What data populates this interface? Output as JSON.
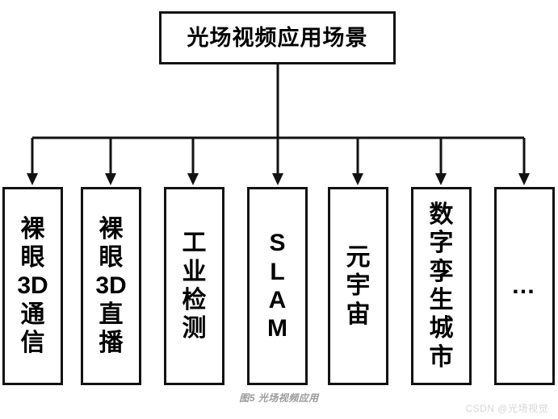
{
  "diagram": {
    "type": "tree",
    "orientation": "top-down",
    "line_color": "#121212",
    "background_color": "#ffffff",
    "root": {
      "label": "光场视频应用场景"
    },
    "leaves": [
      {
        "label": "裸\n眼\n3D\n通\n信",
        "name": "naked-eye-3d-communication"
      },
      {
        "label": "裸\n眼\n3D\n直\n播",
        "name": "naked-eye-3d-livestream"
      },
      {
        "label": "工\n业\n检\n测",
        "name": "industrial-inspection"
      },
      {
        "label": "S\nL\nA\nM",
        "name": "slam"
      },
      {
        "label": "元\n宇\n宙",
        "name": "metaverse"
      },
      {
        "label": "数\n字\n孪\n生\n城\n市",
        "name": "digital-twin-city"
      },
      {
        "label": "…",
        "name": "more-ellipsis"
      }
    ]
  },
  "caption": {
    "text": "图5 光场视频应用",
    "color": "#9a9a9a"
  },
  "watermark": {
    "text": "CSDN @光场视觉",
    "color": "#d6d6d6"
  }
}
